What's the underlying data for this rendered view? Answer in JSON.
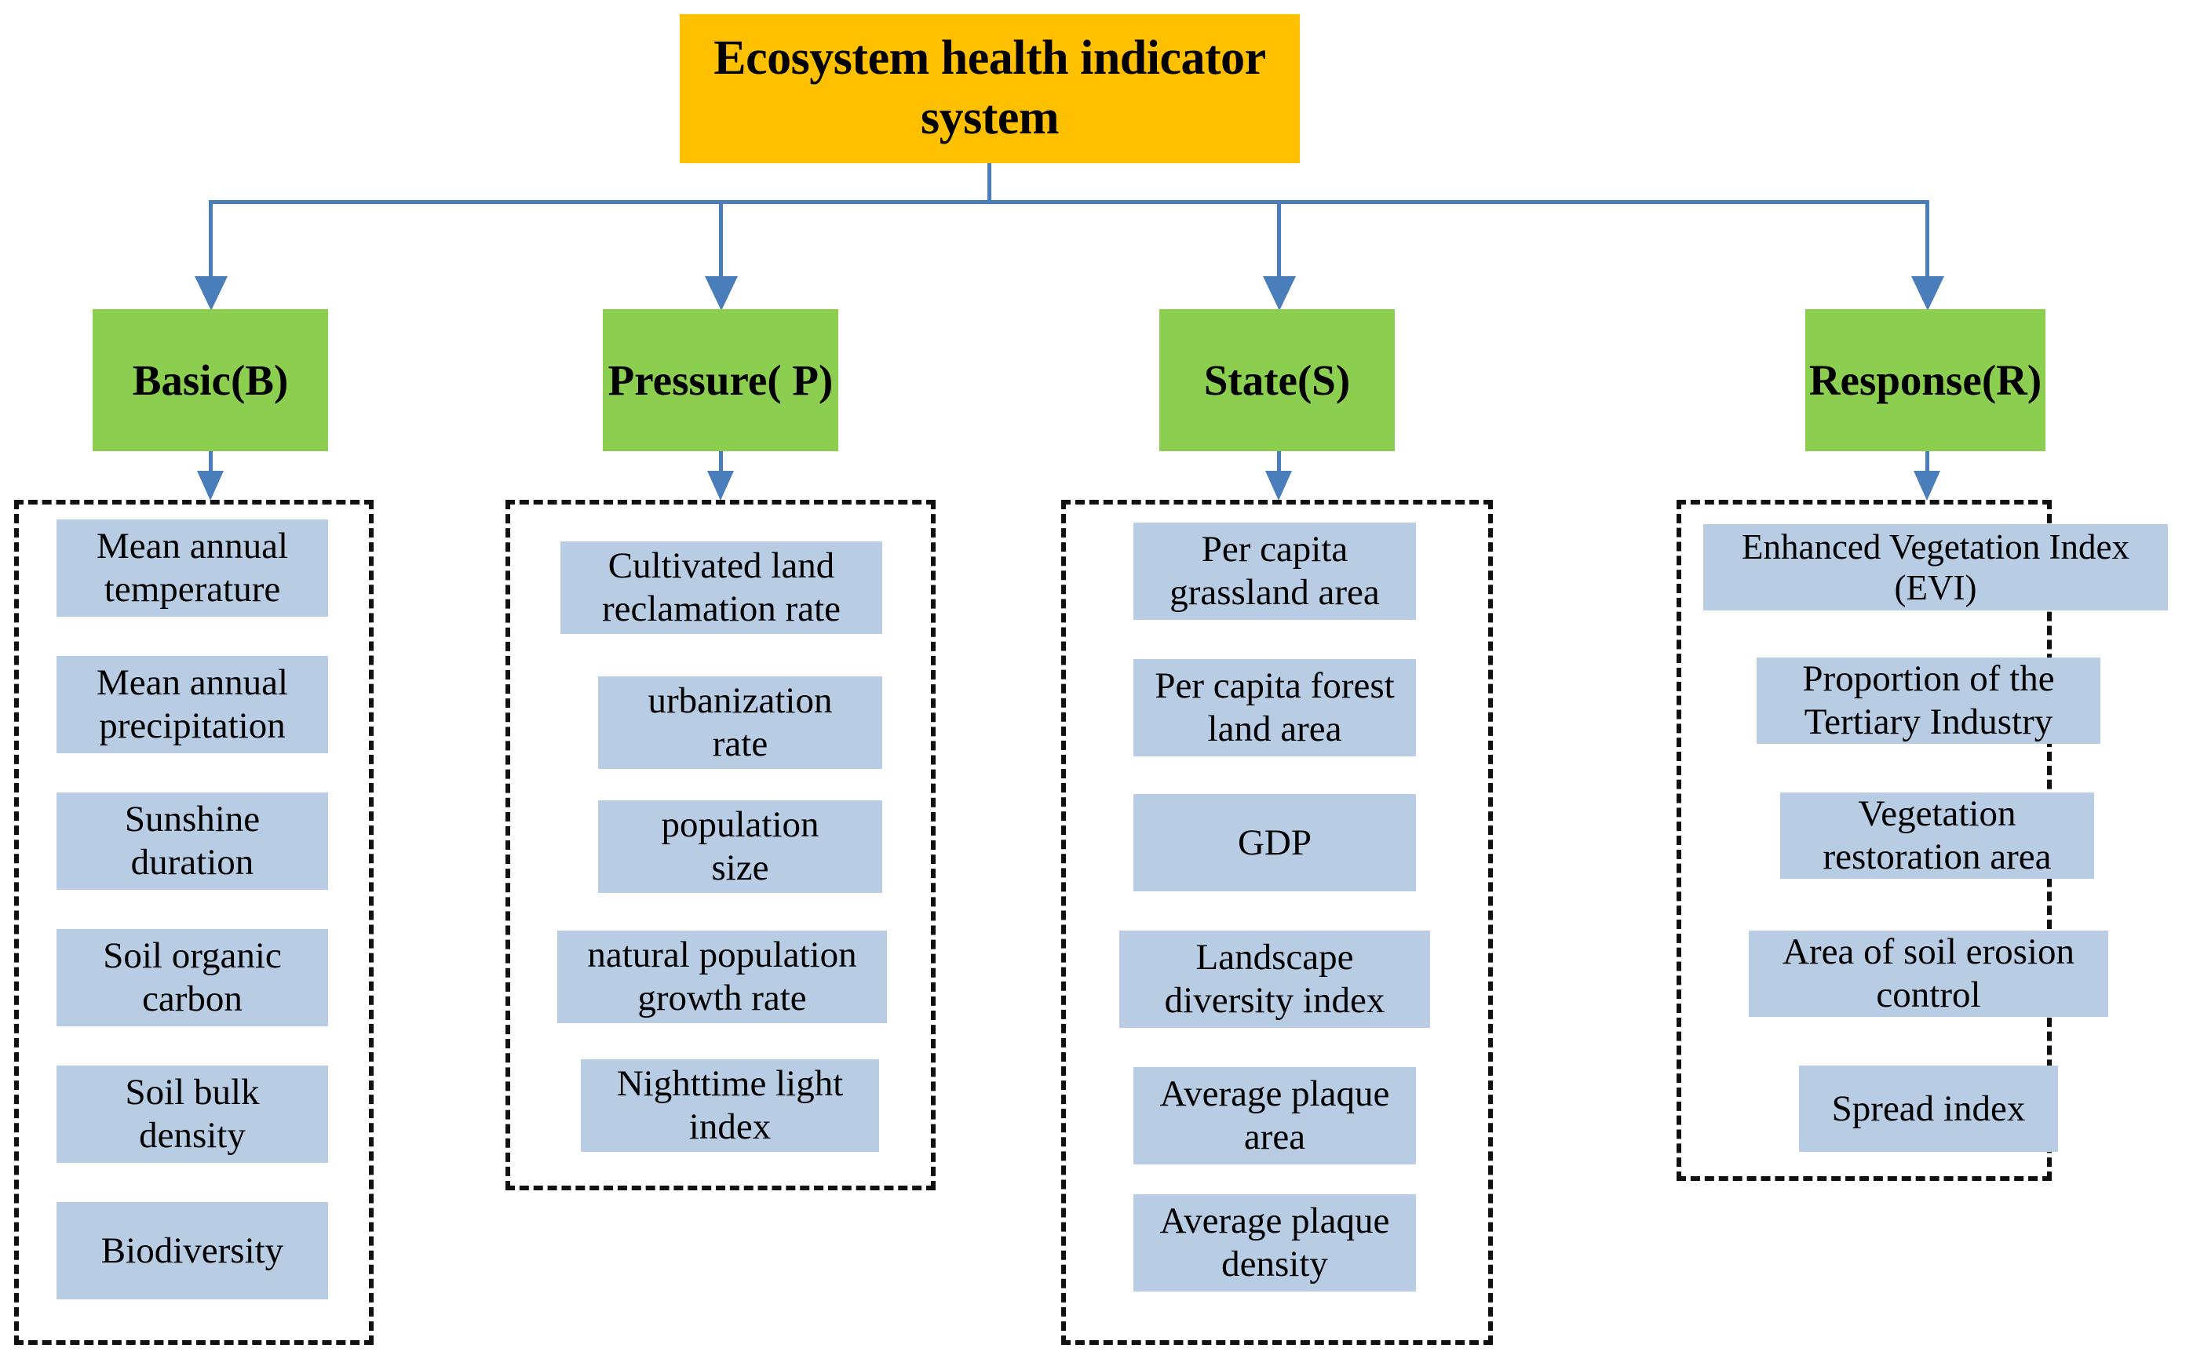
{
  "diagram": {
    "root": {
      "label": "Ecosystem health indicator system",
      "color": "#FFC000"
    },
    "palette": {
      "root_fill": "#FFC000",
      "category_fill": "#8CCE50",
      "indicator_fill": "#B8CCE4",
      "connector": "#4A7EBB",
      "group_border": "#111111",
      "text": "#000000",
      "background": "#FFFFFF"
    },
    "categories": [
      {
        "label": "Basic(B)",
        "code": "B",
        "indicators": [
          "Mean annual\ntemperature",
          "Mean annual\nprecipitation",
          "Sunshine\nduration",
          "Soil organic\ncarbon",
          "Soil bulk\ndensity",
          "Biodiversity"
        ]
      },
      {
        "label": "Pressure(\nP)",
        "code": "P",
        "indicators": [
          "Cultivated land\nreclamation rate",
          "urbanization\nrate",
          "population\nsize",
          "natural population\ngrowth rate",
          "Nighttime light\nindex"
        ]
      },
      {
        "label": "State(S)",
        "code": "S",
        "indicators": [
          "Per capita\ngrassland area",
          "Per capita forest\nland area",
          "GDP",
          "Landscape\ndiversity index",
          "Average plaque\narea",
          "Average plaque\ndensity"
        ]
      },
      {
        "label": "Response(R)",
        "code": "R",
        "indicators": [
          "Enhanced Vegetation Index\n(EVI)",
          "Proportion of the\nTertiary Industry",
          "Vegetation\nrestoration area",
          "Area of soil erosion\ncontrol",
          "Spread index"
        ]
      }
    ]
  }
}
